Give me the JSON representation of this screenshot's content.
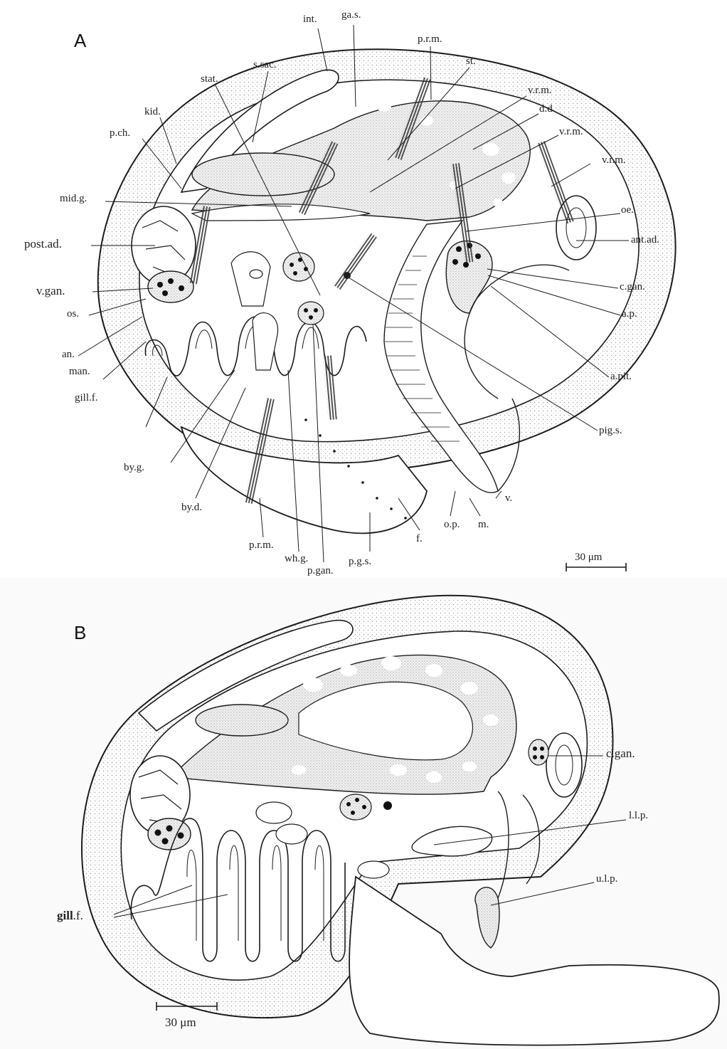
{
  "panel_a": {
    "letter": "A",
    "labels": {
      "int": "int.",
      "gas": "ga.s.",
      "prm_top": "p.r.m.",
      "st": "st.",
      "ssac": "s.sac.",
      "stat": "stat.",
      "vrm1": "v.r.m.",
      "dd": "d.d.",
      "vrm2": "v.r.m.",
      "vrm3": "v.r.m.",
      "kid": "kid.",
      "pch": "p.ch.",
      "midg": "mid.g.",
      "oe": "oe.",
      "postad": "post.ad.",
      "antad": "ant.ad.",
      "vgan": "v.gan.",
      "cgan": "c.gan.",
      "os": "os.",
      "ap": "a.p.",
      "an": "an.",
      "apit": "a.pit.",
      "man": "man.",
      "gillf": "gill.f.",
      "pigs": "pig.s.",
      "byg": "by.g.",
      "byd": "by.d.",
      "v": "v.",
      "prm_bottom": "p.r.m.",
      "op": "o.p.",
      "m": "m.",
      "whg": "wh.g.",
      "f": "f.",
      "pgan": "p.gan.",
      "pgs": "p.g.s."
    },
    "scale_bar": "30 μm"
  },
  "panel_b": {
    "letter": "B",
    "labels": {
      "cgan": "c.gan.",
      "llp": "l.l.p.",
      "ulp": "u.l.p.",
      "gillf_bold": "gill",
      "gillf_rest": ".f."
    },
    "scale_bar": "30 μm"
  },
  "colors": {
    "line": "#1c1c1c",
    "stipple": "#d8d8d8",
    "dark": "#111111"
  }
}
